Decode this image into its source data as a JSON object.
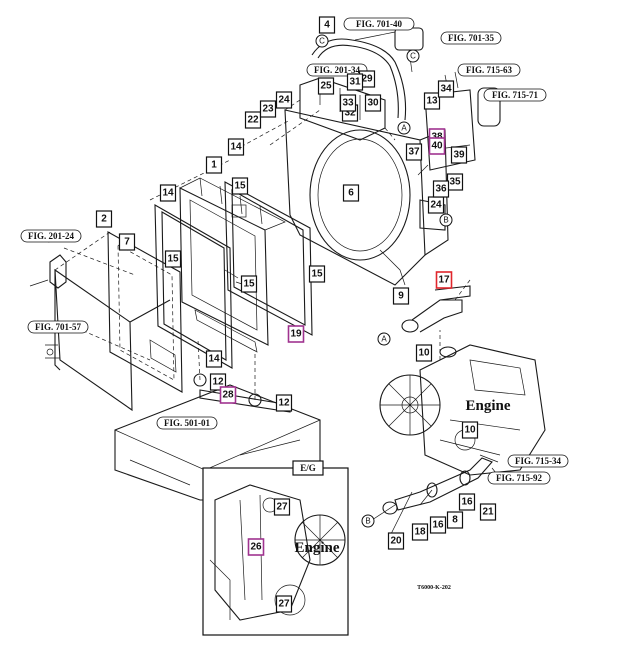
{
  "colors": {
    "magenta": "#a0338f",
    "red": "#e0262c",
    "ink": "#111111"
  },
  "callouts": [
    {
      "n": "1"
    },
    {
      "n": "2"
    },
    {
      "n": "4"
    },
    {
      "n": "6"
    },
    {
      "n": "7"
    },
    {
      "n": "8"
    },
    {
      "n": "9"
    },
    {
      "n": "10"
    },
    {
      "n": "10"
    },
    {
      "n": "12"
    },
    {
      "n": "12"
    },
    {
      "n": "13"
    },
    {
      "n": "14"
    },
    {
      "n": "14"
    },
    {
      "n": "14"
    },
    {
      "n": "15"
    },
    {
      "n": "15"
    },
    {
      "n": "15"
    },
    {
      "n": "15"
    },
    {
      "n": "16"
    },
    {
      "n": "16"
    },
    {
      "n": "17"
    },
    {
      "n": "18"
    },
    {
      "n": "19"
    },
    {
      "n": "20"
    },
    {
      "n": "21"
    },
    {
      "n": "22"
    },
    {
      "n": "23"
    },
    {
      "n": "24"
    },
    {
      "n": "24"
    },
    {
      "n": "25"
    },
    {
      "n": "26"
    },
    {
      "n": "27"
    },
    {
      "n": "27"
    },
    {
      "n": "28"
    },
    {
      "n": "29"
    },
    {
      "n": "30"
    },
    {
      "n": "31"
    },
    {
      "n": "32"
    },
    {
      "n": "33"
    },
    {
      "n": "34"
    },
    {
      "n": "35"
    },
    {
      "n": "36"
    },
    {
      "n": "37"
    },
    {
      "n": "38"
    },
    {
      "n": "39"
    },
    {
      "n": "40"
    }
  ],
  "fig_refs": [
    {
      "text": "FIG. 701-40"
    },
    {
      "text": "FIG. 701-35"
    },
    {
      "text": "FIG. 201-34"
    },
    {
      "text": "FIG. 715-63"
    },
    {
      "text": "FIG. 715-71"
    },
    {
      "text": "FIG. 201-24"
    },
    {
      "text": "FIG. 701-57"
    },
    {
      "text": "FIG. 501-01"
    },
    {
      "text": "FIG. 715-34"
    },
    {
      "text": "FIG. 715-92"
    }
  ],
  "letters": [
    {
      "t": "C"
    },
    {
      "t": "C"
    },
    {
      "t": "A"
    },
    {
      "t": "A"
    },
    {
      "t": "B"
    },
    {
      "t": "B"
    }
  ],
  "engine_label": "Engine",
  "inset_engine_label": "Engine",
  "inset_tag": "E/G",
  "drawing_code": "T6000-K-202"
}
